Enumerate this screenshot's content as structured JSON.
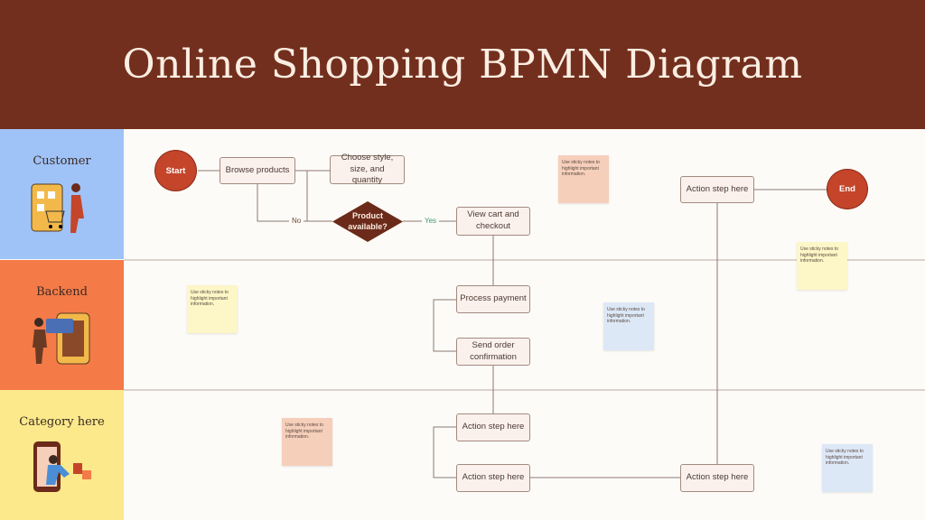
{
  "title": "Online Shopping BPMN Diagram",
  "lanes": [
    {
      "label": "Customer",
      "color": "#9fc3f7"
    },
    {
      "label": "Backend",
      "color": "#f47a48"
    },
    {
      "label": "Category here",
      "color": "#fbe98b"
    }
  ],
  "nodes": {
    "start": "Start",
    "end": "End",
    "browse": "Browse products",
    "choose": "Choose style, size, and quantity",
    "decision": "Product available?",
    "no": "No",
    "yes": "Yes",
    "view_cart": "View cart and checkout",
    "process_payment": "Process payment",
    "send_order": "Send order confirmation",
    "action_1": "Action step here",
    "action_2": "Action step here",
    "action_3": "Action step here",
    "action_4": "Action step here"
  },
  "sticky_text": "Use sticky notes to highlight important information.",
  "colors": {
    "header": "#732f1e",
    "event": "#c4452a",
    "gateway": "#6b2a1a",
    "peach": "#f6cfbb",
    "yellow": "#fdf6c6",
    "blue": "#dde8f7"
  }
}
